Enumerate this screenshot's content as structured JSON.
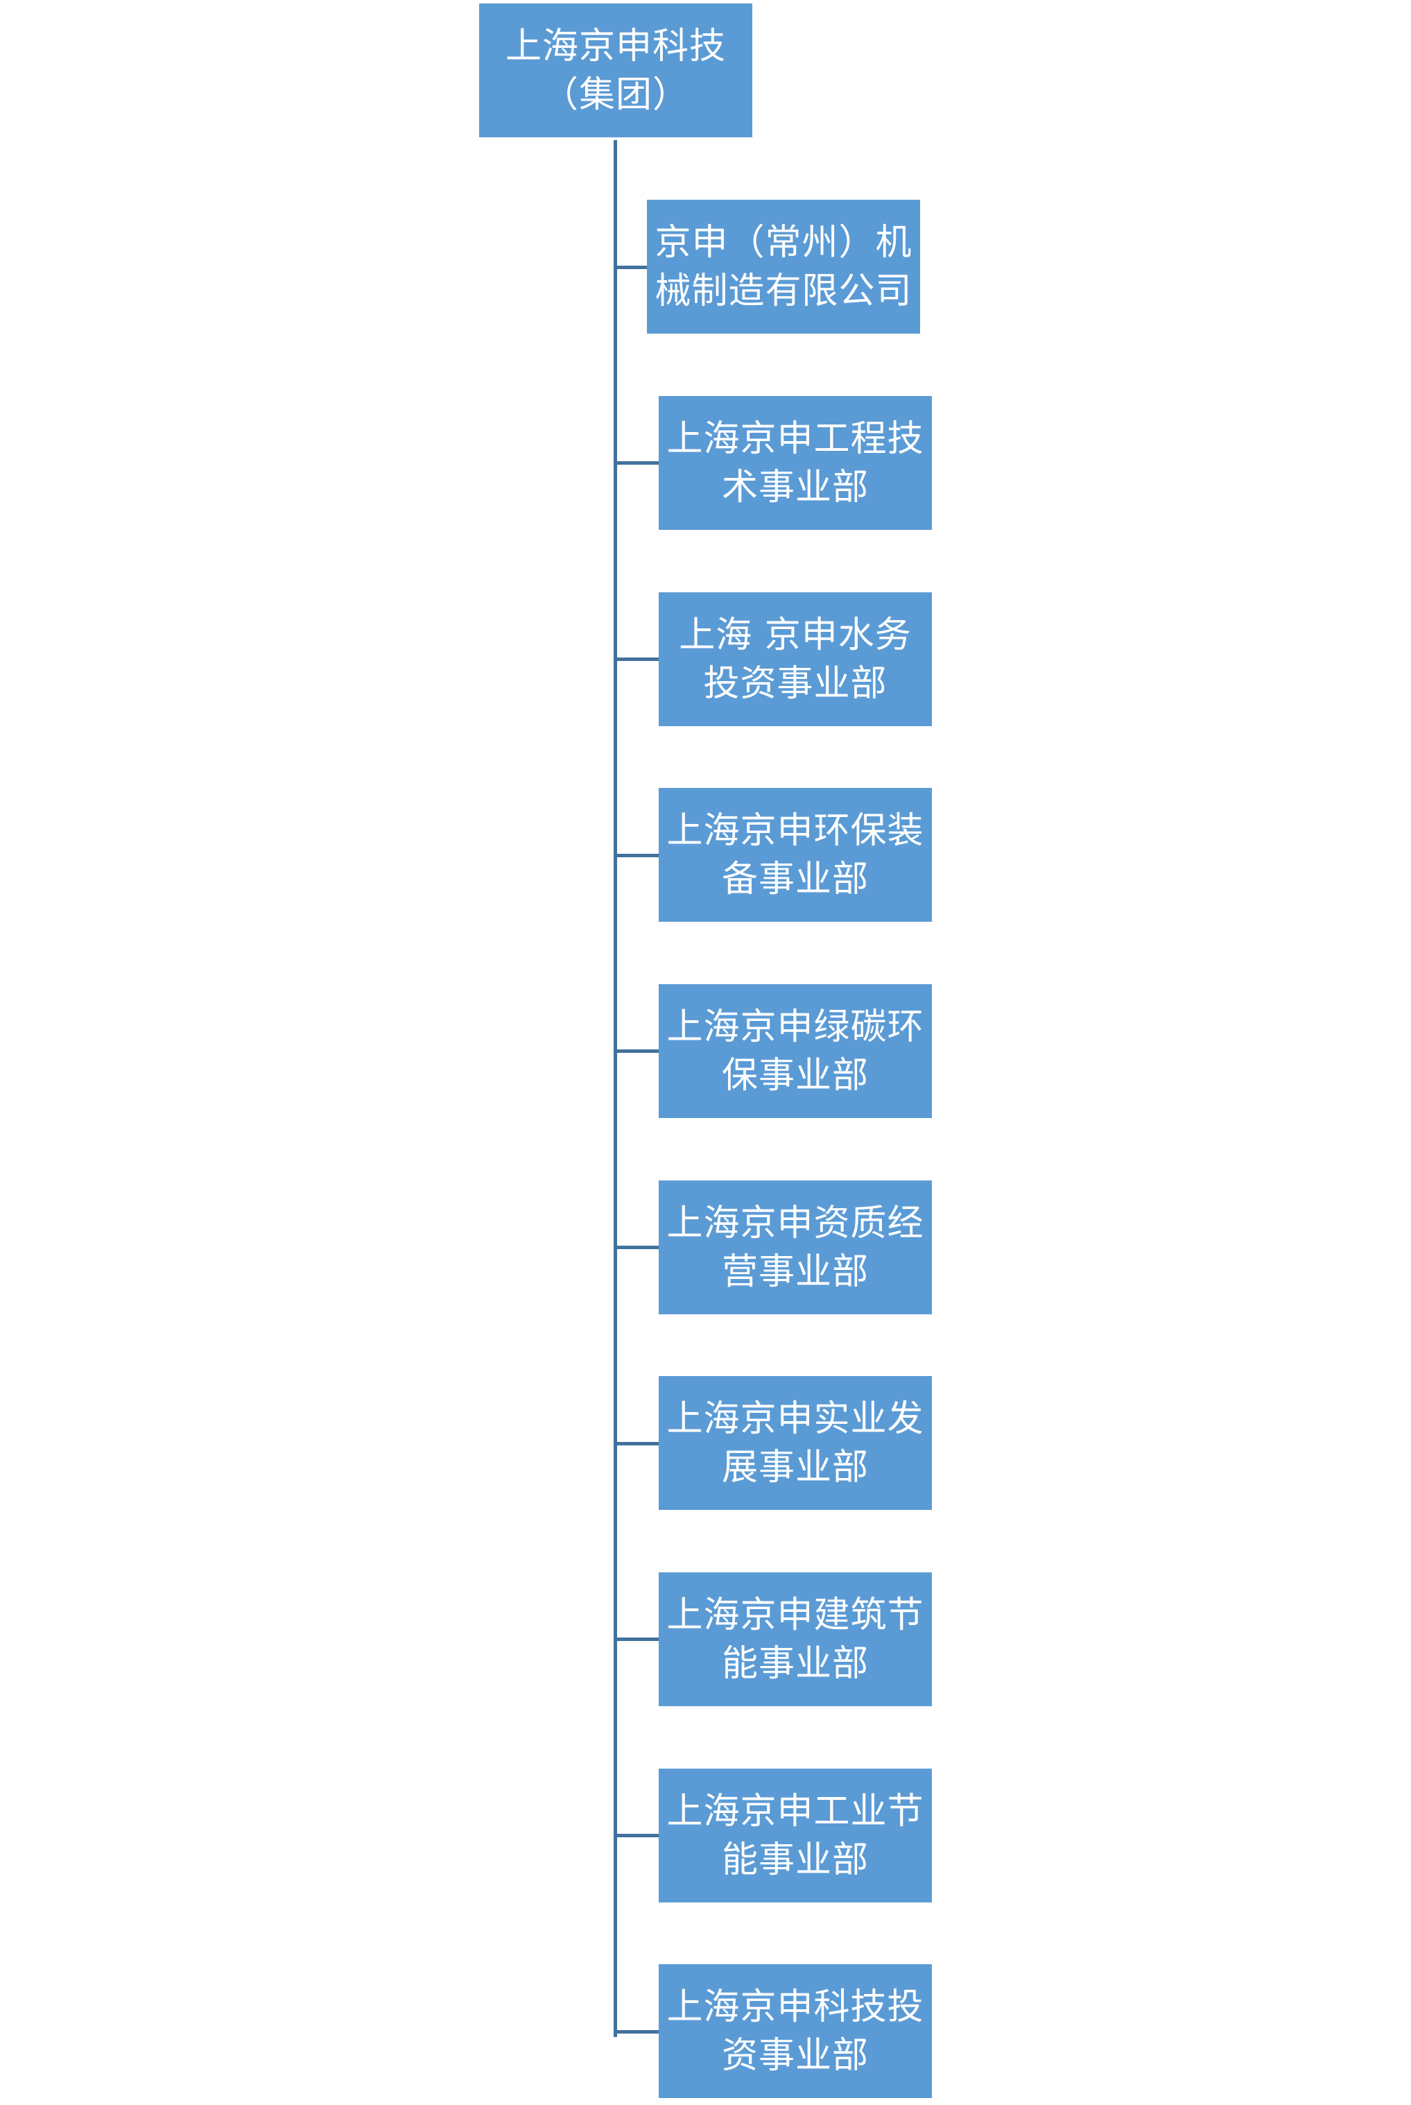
{
  "diagram": {
    "root": {
      "lines": [
        "上海京申科技",
        "（集团）"
      ]
    },
    "children": [
      {
        "lines": [
          "京申（常州）机",
          "械制造有限公司"
        ]
      },
      {
        "lines": [
          "上海京申工程技",
          "术事业部"
        ]
      },
      {
        "lines": [
          "上海 京申水务",
          "投资事业部"
        ]
      },
      {
        "lines": [
          "上海京申环保装",
          "备事业部"
        ]
      },
      {
        "lines": [
          "上海京申绿碳环",
          "保事业部"
        ]
      },
      {
        "lines": [
          "上海京申资质经",
          "营事业部"
        ]
      },
      {
        "lines": [
          "上海京申实业发",
          "展事业部"
        ]
      },
      {
        "lines": [
          "上海京申建筑节",
          "能事业部"
        ]
      },
      {
        "lines": [
          "上海京申工业节",
          "能事业部"
        ]
      },
      {
        "lines": [
          "上海京申科技投",
          "资事业部"
        ]
      }
    ],
    "colors": {
      "box_fill": "#5b9bd5",
      "box_text": "#ffffff",
      "connector": "#41719c"
    }
  }
}
